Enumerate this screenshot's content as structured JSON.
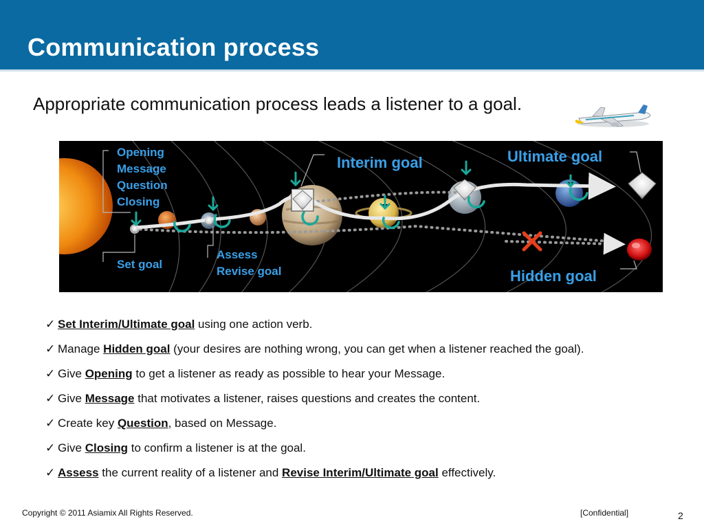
{
  "header": {
    "title": "Communication process"
  },
  "subtitle": "Appropriate communication process leads a listener to a goal.",
  "diagram": {
    "label_opening": "Opening",
    "label_message": "Message",
    "label_question": "Question",
    "label_closing": "Closing",
    "label_set_goal": "Set goal",
    "label_assess": "Assess",
    "label_revise_goal": "Revise goal",
    "label_interim_goal": "Interim goal",
    "label_ultimate_goal": "Ultimate goal",
    "label_hidden_goal": "Hidden goal",
    "colors": {
      "label": "#3aa0e8",
      "cross": "#e8401c",
      "sun": "#f08a10",
      "path": "#e8e8e8"
    }
  },
  "bullets": [
    {
      "parts": [
        {
          "t": "Set Interim/Ultimate goal",
          "b": true
        },
        {
          "t": " using one action verb.",
          "b": false
        }
      ]
    },
    {
      "parts": [
        {
          "t": "Manage ",
          "b": false
        },
        {
          "t": "Hidden goal",
          "b": true
        },
        {
          "t": " (your desires are nothing wrong, you can get when a listener reached the goal).",
          "b": false
        }
      ]
    },
    {
      "parts": [
        {
          "t": "Give ",
          "b": false
        },
        {
          "t": "Opening",
          "b": true
        },
        {
          "t": " to get a listener as ready as possible to hear your Message.",
          "b": false
        }
      ]
    },
    {
      "parts": [
        {
          "t": "Give ",
          "b": false
        },
        {
          "t": "Message",
          "b": true
        },
        {
          "t": " that motivates a listener, raises questions and creates the content.",
          "b": false
        }
      ]
    },
    {
      "parts": [
        {
          "t": "Create key ",
          "b": false
        },
        {
          "t": "Question",
          "b": true
        },
        {
          "t": ", based on Message.",
          "b": false
        }
      ]
    },
    {
      "parts": [
        {
          "t": "Give ",
          "b": false
        },
        {
          "t": "Closing",
          "b": true
        },
        {
          "t": " to confirm a listener is at the goal.",
          "b": false
        }
      ]
    },
    {
      "parts": [
        {
          "t": "Assess",
          "b": true
        },
        {
          "t": " the current reality of a listener and ",
          "b": false
        },
        {
          "t": "Revise Interim/Ultimate goal",
          "b": true
        },
        {
          "t": " effectively.",
          "b": false
        }
      ]
    }
  ],
  "footer": {
    "copyright": "Copyright © 2011 Asiamix All Rights Reserved.",
    "confidential": "[Confidential]",
    "page": "2"
  }
}
